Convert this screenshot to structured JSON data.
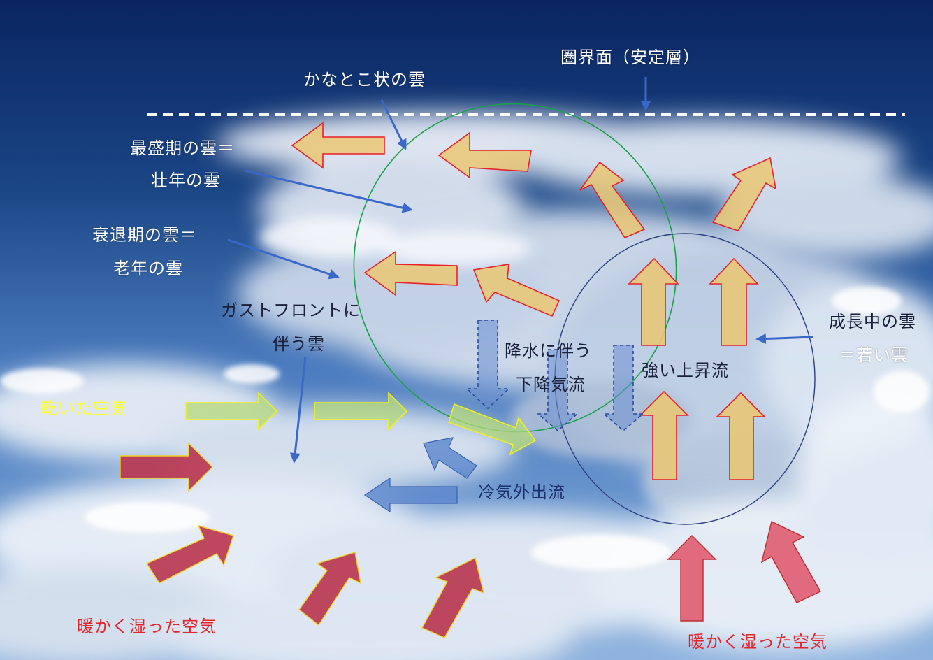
{
  "labels": {
    "tropopause": "圏界面（安定層）",
    "anvil_cloud": "かなとこ状の雲",
    "mature_cloud_line1": "最盛期の雲＝",
    "mature_cloud_line2": "壮年の雲",
    "dissipating_cloud_line1": "衰退期の雲＝",
    "dissipating_cloud_line2": "老年の雲",
    "gust_front_line1": "ガストフロントに",
    "gust_front_line2": "伴う雲",
    "dry_air": "乾いた空気",
    "precip_downdraft_line1": "降水に伴う",
    "precip_downdraft_line2": "下降気流",
    "strong_updraft": "強い上昇流",
    "growing_cloud_line1": "成長中の雲",
    "growing_cloud_line2": "＝若い雲",
    "cold_outflow": "冷気外出流",
    "warm_moist_air_left": "暖かく湿った空気",
    "warm_moist_air_right": "暖かく湿った空気"
  },
  "colors": {
    "sky_top": "#0c2a66",
    "sky_mid": "#3f6fb0",
    "cloud": "#ffffff",
    "updraft_fill": "#e8c777",
    "updraft_stroke": "#e8202a",
    "warm_air_fill": "#b8304a",
    "dry_air_fill": "#b6d97a",
    "dry_air_stroke": "#f0f020",
    "downdraft_fill": "#6a8ed0",
    "downdraft_stroke": "#2a4a9a",
    "outflow_fill": "#5a86cc",
    "pointer": "#3a68c8",
    "anvil_circle": "#1aa04a",
    "growing_circle": "#2a3f80",
    "label_dry": "#ffff30",
    "label_warm": "#e3242b"
  }
}
